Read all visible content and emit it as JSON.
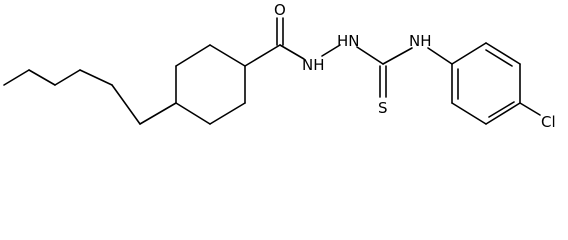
{
  "molecule": {
    "atom_labels": {
      "oxygen": "O",
      "hydrazide_nh": "NH",
      "hydrazine_nh": "HN",
      "aryl_nh": "NH",
      "sulfur": "S",
      "chlorine": "Cl"
    }
  }
}
